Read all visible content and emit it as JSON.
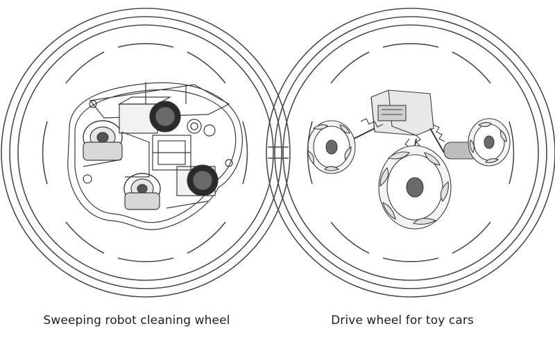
{
  "captions": {
    "left": "Sweeping robot cleaning wheel",
    "right": "Drive wheel for toy cars"
  },
  "illustrations": {
    "left": "sweeping-robot-chassis-drawing",
    "right": "mecanum-wheel-toy-car-drawing"
  },
  "colors": {
    "line": "#3a3a3a",
    "ring": "#4a4a4a",
    "background": "#ffffff"
  }
}
